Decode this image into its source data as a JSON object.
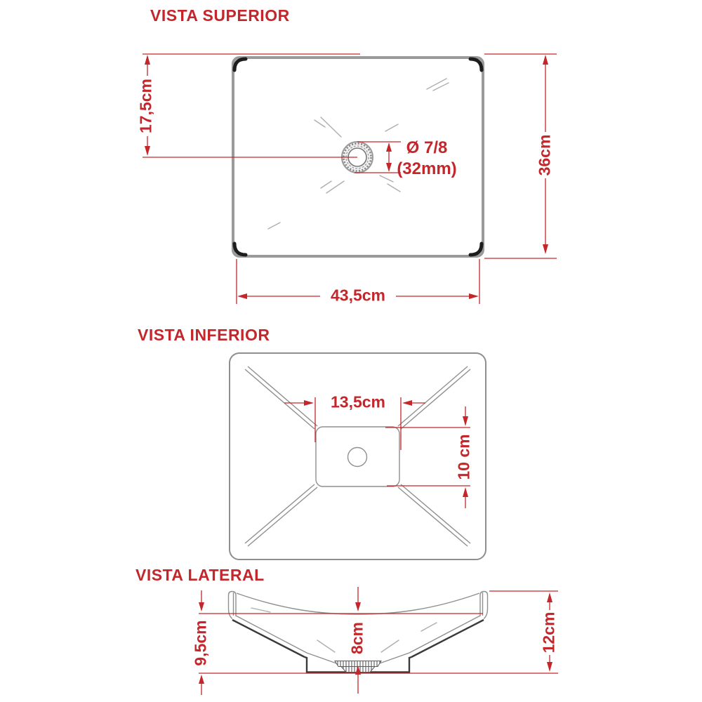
{
  "colors": {
    "accent_red": "#c4272b",
    "drawing_ink": "#3a3a3a",
    "drawing_gray": "#8f8f8f"
  },
  "superior": {
    "title": "VISTA SUPERIOR",
    "dim_left": "17,5cm",
    "dim_right": "36cm",
    "dim_bottom": "43,5cm",
    "drain_diameter_line1": "Ø 7/8",
    "drain_diameter_line2": "(32mm)"
  },
  "inferior": {
    "title": "VISTA INFERIOR",
    "dim_width": "13,5cm",
    "dim_height": "10 cm"
  },
  "lateral": {
    "title": "VISTA LATERAL",
    "dim_left": "9,5cm",
    "dim_center": "8cm",
    "dim_right": "12cm"
  }
}
